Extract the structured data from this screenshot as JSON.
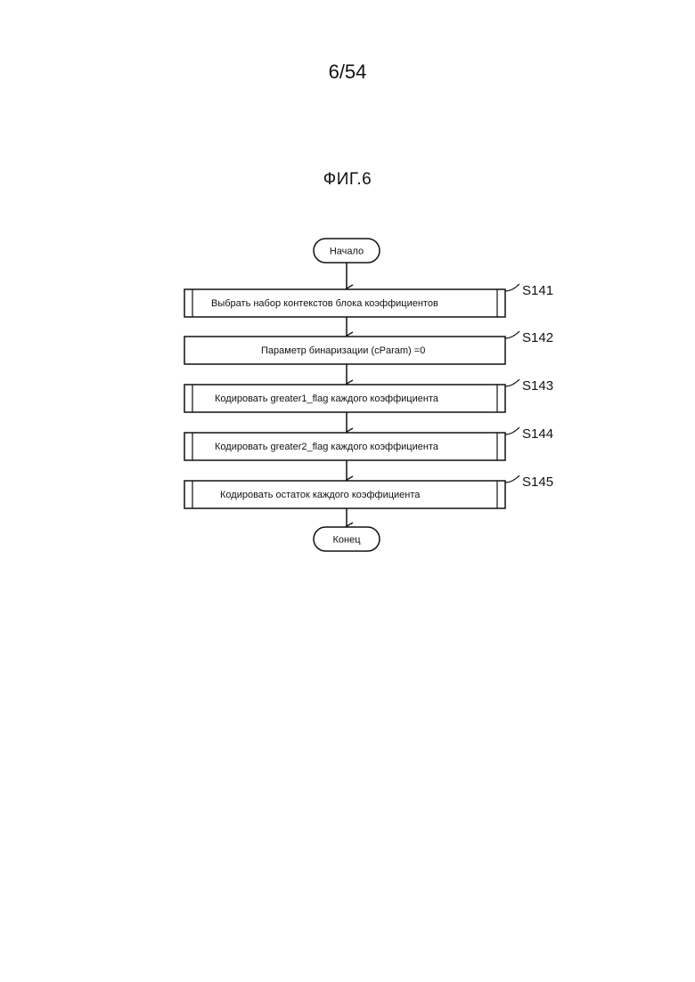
{
  "page": {
    "number": "6/54",
    "figure": "ФИГ.6"
  },
  "flowchart": {
    "start": "Начало",
    "end": "Конец",
    "steps": [
      {
        "id": "S141",
        "text": "Выбрать набор контекстов блока коэффициентов",
        "subprocess": true
      },
      {
        "id": "S142",
        "text": "Параметр бинаризации (cParam) =0",
        "subprocess": false
      },
      {
        "id": "S143",
        "text": "Кодировать greater1_flag каждого коэффициента",
        "subprocess": true
      },
      {
        "id": "S144",
        "text": "Кодировать greater2_flag каждого коэффициента",
        "subprocess": true
      },
      {
        "id": "S145",
        "text": "Кодировать остаток каждого коэффициента",
        "subprocess": true
      }
    ]
  }
}
